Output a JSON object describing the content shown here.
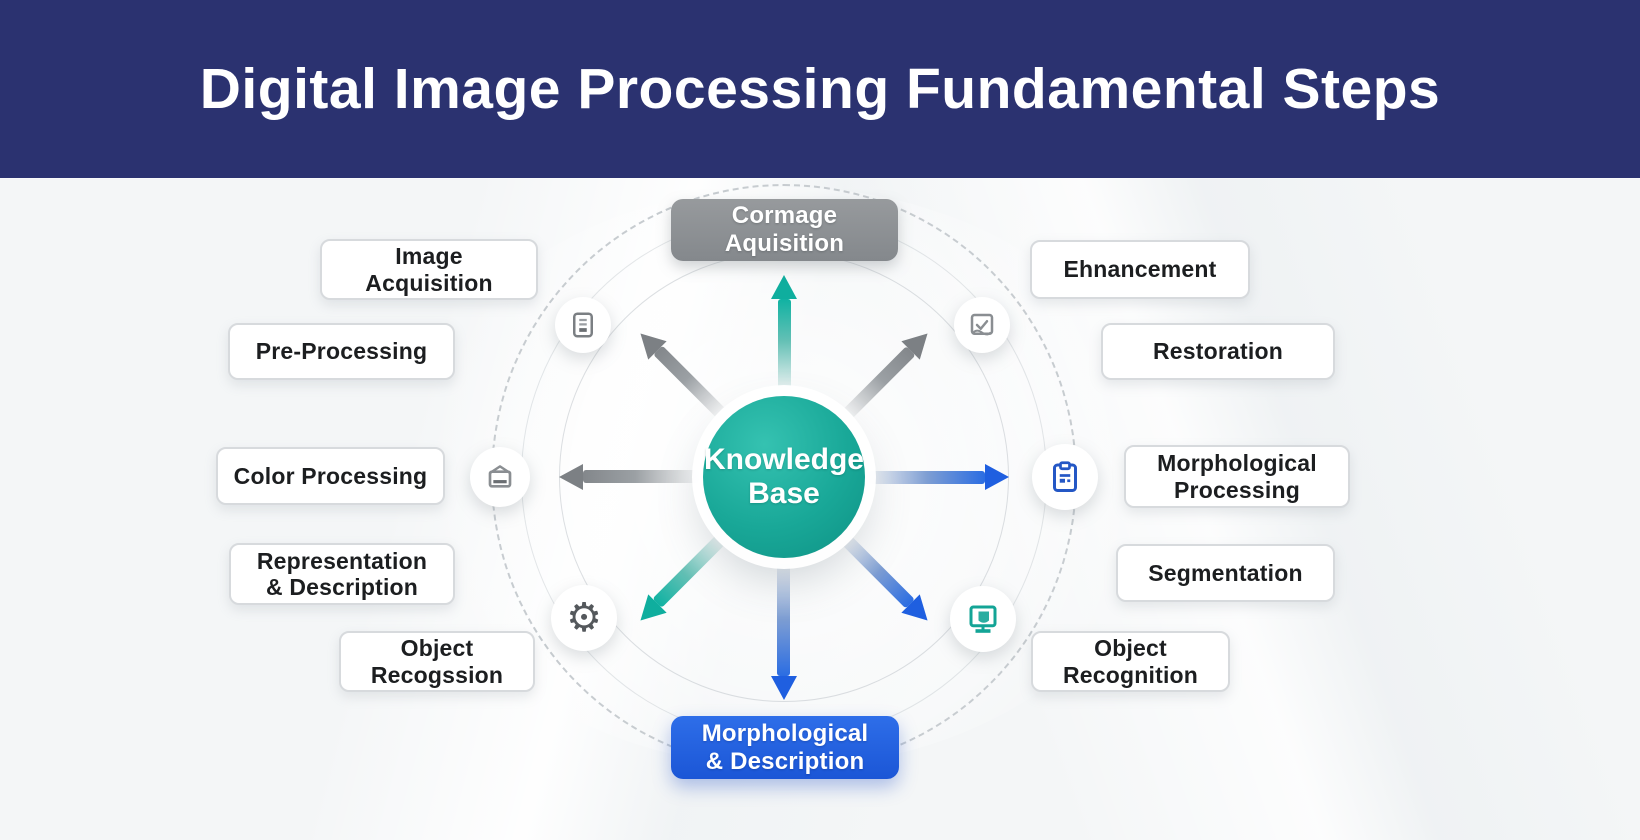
{
  "header": {
    "title": "Digital Image Processing Fundamental Steps"
  },
  "center": {
    "lines": [
      "Knowledge",
      "Base"
    ]
  },
  "top_node": {
    "lines": [
      "Cormage",
      "Aquisition"
    ]
  },
  "bottom_node": {
    "lines": [
      "Morphological",
      "& Description"
    ]
  },
  "left_nodes": [
    {
      "lines": [
        "Image",
        "Acquisition"
      ]
    },
    {
      "lines": [
        "Pre-Processing"
      ]
    },
    {
      "lines": [
        "Color Processing"
      ]
    },
    {
      "lines": [
        "Representation",
        "& Description"
      ]
    },
    {
      "lines": [
        "Object",
        "Recogssion"
      ]
    }
  ],
  "right_nodes": [
    {
      "lines": [
        "Ehnancement"
      ]
    },
    {
      "lines": [
        "Restoration"
      ]
    },
    {
      "lines": [
        "Morphological",
        "Processing"
      ]
    },
    {
      "lines": [
        "Segmentation"
      ]
    },
    {
      "lines": [
        "Object",
        "Recognition"
      ]
    }
  ],
  "icons": {
    "gear_glyph": "⚙",
    "names": [
      "document-icon",
      "image-icon",
      "envelope-icon",
      "clipboard-icon",
      "gear-icon",
      "monitor-icon"
    ]
  },
  "colors": {
    "header_bg": "#2b3270",
    "center_teal": "#19a898",
    "top_node_gray": "#8d9195",
    "bottom_node_blue": "#1d5ed9",
    "arrow_gray": "#83878b",
    "arrow_blue": "#1f5fe0",
    "arrow_teal": "#10b2a2",
    "icon_blue": "#2457c5",
    "icon_teal": "#13a496",
    "icon_gray": "#7b7f83"
  }
}
